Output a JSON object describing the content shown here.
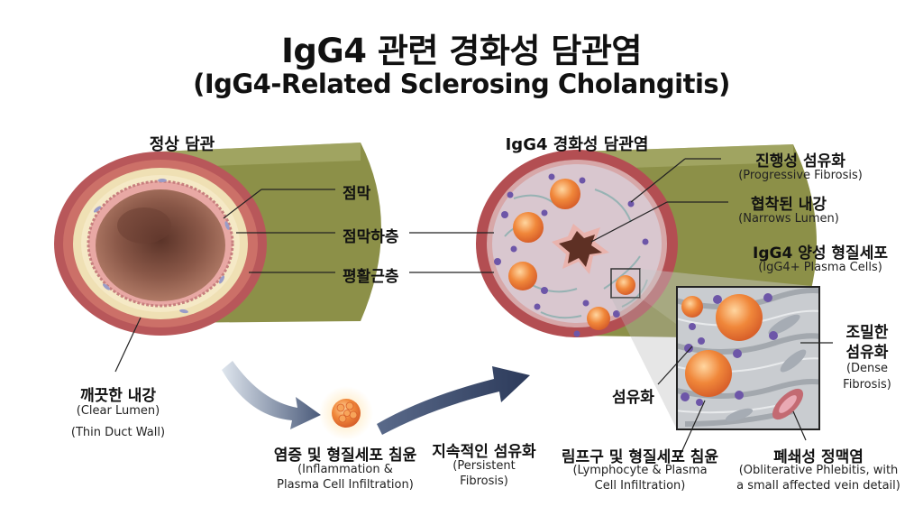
{
  "header": {
    "title": "IgG4 관련 경화성 담관염",
    "subtitle": "(IgG4-Related Sclerosing Cholangitis)"
  },
  "normal": {
    "heading": "정상 담관",
    "mucosa": "점막",
    "submucosa": "점막하층",
    "muscle": "평활근층",
    "lumen_ko": "깨끗한 내강",
    "lumen_en": "(Clear Lumen)",
    "wall_en": "(Thin Duct Wall)"
  },
  "process": {
    "inflammation_ko": "염증 및 형질세포 침윤",
    "inflammation_en1": "(Inflammation &",
    "inflammation_en2": "Plasma Cell Infiltration)",
    "fibrosis_ko": "지속적인 섬유화",
    "fibrosis_en1": "(Persistent",
    "fibrosis_en2": "Fibrosis)"
  },
  "diseased": {
    "heading": "IgG4 경화성 담관염",
    "progressive_ko": "진행성 섬유화",
    "progressive_en": "(Progressive Fibrosis)",
    "narrow_ko": "협착된 내강",
    "narrow_en": "(Narrows Lumen)",
    "plasma_ko": "IgG4 양성 형질세포",
    "plasma_en": "(IgG4+ Plasma Cells)",
    "fibrosis_ko": "섬유화",
    "dense_ko1": "조밀한",
    "dense_ko2": "섬유화",
    "dense_en1": "(Dense",
    "dense_en2": "Fibrosis)",
    "lympho_ko": "림프구 및 형질세포 침윤",
    "lympho_en1": "(Lymphocyte & Plasma",
    "lympho_en2": "Cell Infiltration)",
    "phleb_ko": "폐쇄성 정맥염",
    "phleb_en1": "(Obliterative Phlebitis, with",
    "phleb_en2": "a small affected vein detail)"
  }
}
